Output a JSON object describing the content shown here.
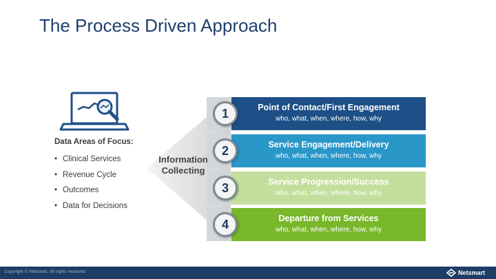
{
  "slide": {
    "title": "The Process Driven Approach"
  },
  "focus": {
    "heading": "Data Areas of Focus:",
    "items": [
      "Clinical Services",
      "Revenue Cycle",
      "Outcomes",
      "Data for Decisions"
    ]
  },
  "collector": {
    "line1": "Information",
    "line2": "Collecting"
  },
  "steps": [
    {
      "number": "1",
      "title": "Point of Contact/First Engagement",
      "subtitle": "who, what, when, where, how, why",
      "color": "#1e4f86"
    },
    {
      "number": "2",
      "title": "Service Engagement/Delivery",
      "subtitle": "who, what, when, where, how, why",
      "color": "#2a97c9"
    },
    {
      "number": "3",
      "title": "Service Progression/Success",
      "subtitle": "who, what, when, where, how, why",
      "color": "#c4df9d"
    },
    {
      "number": "4",
      "title": "Departure from Services",
      "subtitle": "who, what, when, where, how, why",
      "color": "#79b72b"
    }
  ],
  "footer": {
    "copyright": "Copyright © Netsmart. All rights reserved.",
    "brand": "Netsmart"
  },
  "icons": {
    "laptop": "laptop-chart-magnifier-icon",
    "logo": "netsmart-logo-icon"
  }
}
